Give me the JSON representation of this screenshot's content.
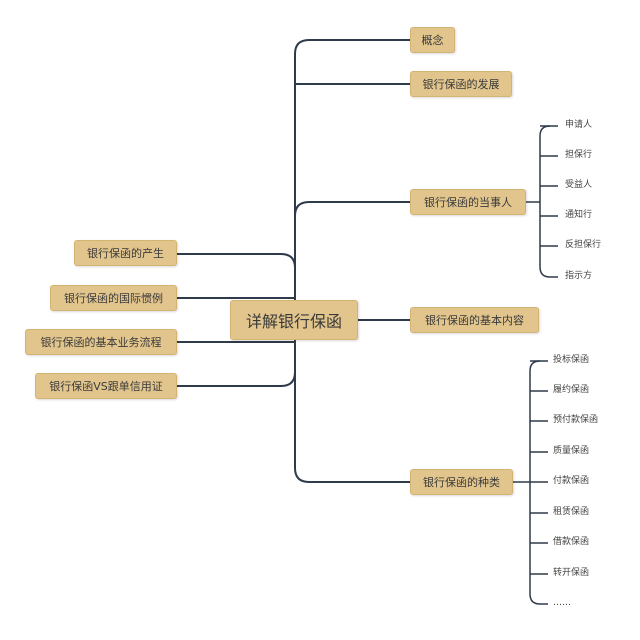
{
  "center": "详解银行保函",
  "right_branches": {
    "concept": "概念",
    "development": "银行保函的发展",
    "parties": {
      "label": "银行保函的当事人",
      "children": [
        "申请人",
        "担保行",
        "受益人",
        "通知行",
        "反担保行",
        "指示方"
      ]
    },
    "content": "银行保函的基本内容",
    "types": {
      "label": "银行保函的种类",
      "children": [
        "投标保函",
        "履约保函",
        "预付款保函",
        "质量保函",
        "付款保函",
        "租赁保函",
        "借款保函",
        "转开保函",
        "……"
      ]
    }
  },
  "left_branches": {
    "origin": "银行保函的产生",
    "practice": "银行保函的国际惯例",
    "process": "银行保函的基本业务流程",
    "vs": "银行保函VS跟单信用证"
  },
  "colors": {
    "node_fill": "#e2c58c",
    "node_border": "#d4b473",
    "line": "#2f3b4a"
  }
}
